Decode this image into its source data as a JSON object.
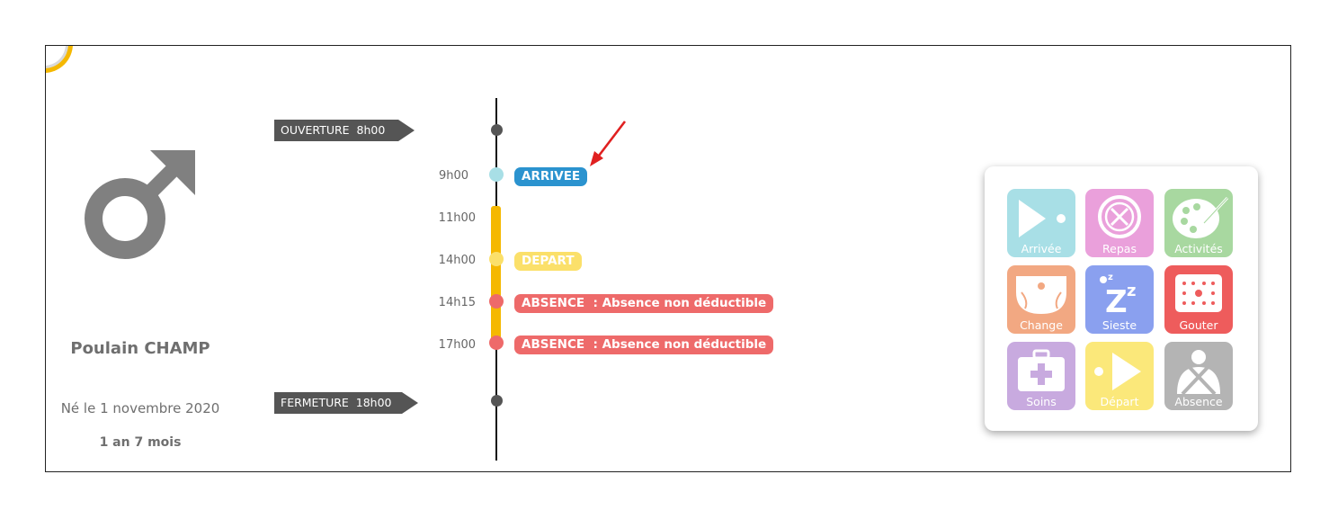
{
  "child": {
    "name": "Poulain CHAMP",
    "birth": "Né le 1 novembre 2020",
    "age": "1 an 7 mois",
    "gender_icon": "male-symbol-icon"
  },
  "timeline": {
    "opening": "OUVERTURE  8h00",
    "closing": "FERMETURE  18h00",
    "events": [
      {
        "time": "9h00",
        "label": "ARRIVEE",
        "color": "#2b93cf",
        "dot": "#a8dfe6"
      },
      {
        "time": "11h00"
      },
      {
        "time": "14h00",
        "label": "DEPART",
        "color": "#fbe06a",
        "dot": "#fbe06a"
      },
      {
        "time": "14h15",
        "label": "ABSENCE  : Absence non déductible",
        "color": "#ee6a6a",
        "dot": "#ee6a6a"
      },
      {
        "time": "17h00",
        "label": "ABSENCE  : Absence non déductible",
        "color": "#ee6a6a",
        "dot": "#ee6a6a"
      }
    ]
  },
  "actions": [
    {
      "label": "Arrivée",
      "color": "#a8dfe6",
      "icon": "play-icon"
    },
    {
      "label": "Repas",
      "color": "#eaa0db",
      "icon": "plate-cutlery-icon"
    },
    {
      "label": "Activités",
      "color": "#a8d8a0",
      "icon": "palette-icon"
    },
    {
      "label": "Change",
      "color": "#f2a882",
      "icon": "diaper-icon"
    },
    {
      "label": "Sieste",
      "color": "#8aa0ef",
      "icon": "sleep-zzz-icon"
    },
    {
      "label": "Gouter",
      "color": "#ee5c5c",
      "icon": "biscuit-icon"
    },
    {
      "label": "Soins",
      "color": "#c8aadf",
      "icon": "first-aid-kit-icon"
    },
    {
      "label": "Départ",
      "color": "#fbe87a",
      "icon": "play-icon"
    },
    {
      "label": "Absence",
      "color": "#b4b4b4",
      "icon": "absence-person-icon"
    }
  ]
}
